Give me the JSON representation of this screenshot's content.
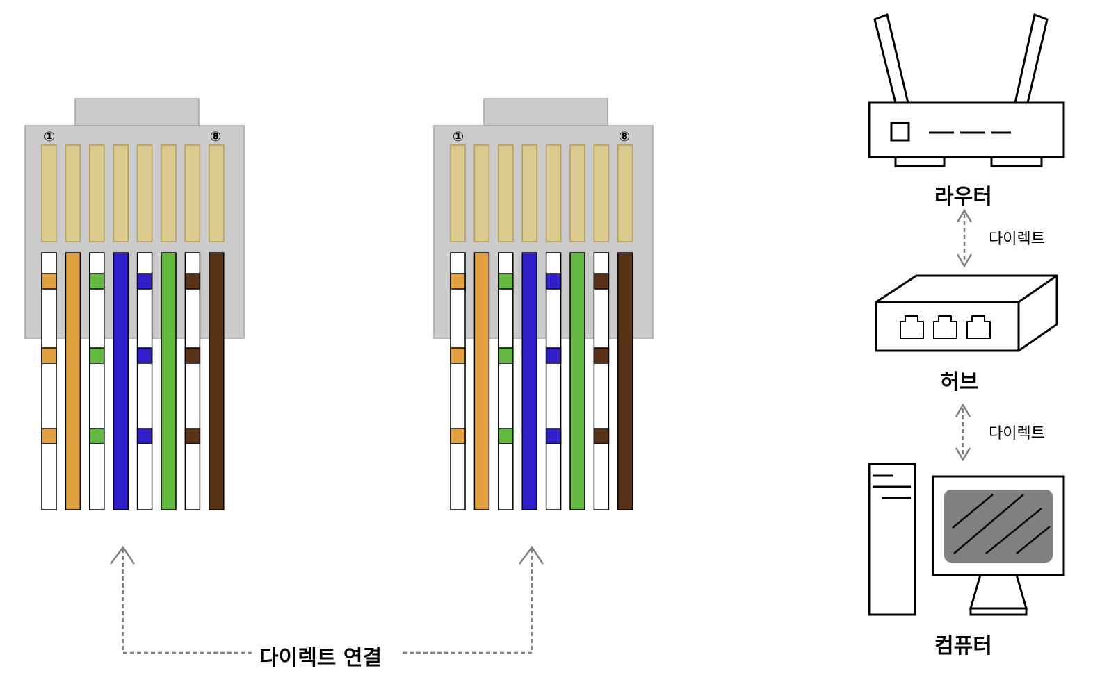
{
  "connectors": [
    {
      "name": "connector-left",
      "pin_start_label": "①",
      "pin_end_label": "⑧"
    },
    {
      "name": "connector-right",
      "pin_start_label": "①",
      "pin_end_label": "⑧"
    }
  ],
  "wires": [
    {
      "name": "white-orange",
      "base": "#ffffff",
      "stripe": "#e3a03e"
    },
    {
      "name": "orange",
      "base": "#e3a03e",
      "stripe": null
    },
    {
      "name": "white-green",
      "base": "#ffffff",
      "stripe": "#63b83f"
    },
    {
      "name": "blue",
      "base": "#2e1fc8",
      "stripe": null
    },
    {
      "name": "white-blue",
      "base": "#ffffff",
      "stripe": "#2e1fc8"
    },
    {
      "name": "green",
      "base": "#63b83f",
      "stripe": null
    },
    {
      "name": "white-brown",
      "base": "#ffffff",
      "stripe": "#5a3218"
    },
    {
      "name": "brown",
      "base": "#5a3218",
      "stripe": null
    }
  ],
  "connection_label": "다이렉트 연결",
  "devices": {
    "router_label": "라우터",
    "hub_label": "허브",
    "computer_label": "컴퓨터"
  },
  "links": {
    "router_hub_label": "다이렉트",
    "hub_computer_label": "다이렉트"
  },
  "colors": {
    "connector_body": "#cbcbcb",
    "connector_border": "#a5a5a5",
    "pin_fill": "#dccb8f",
    "pin_border": "#b49d58",
    "screen_fill": "#808080",
    "arrow": "#808080"
  }
}
